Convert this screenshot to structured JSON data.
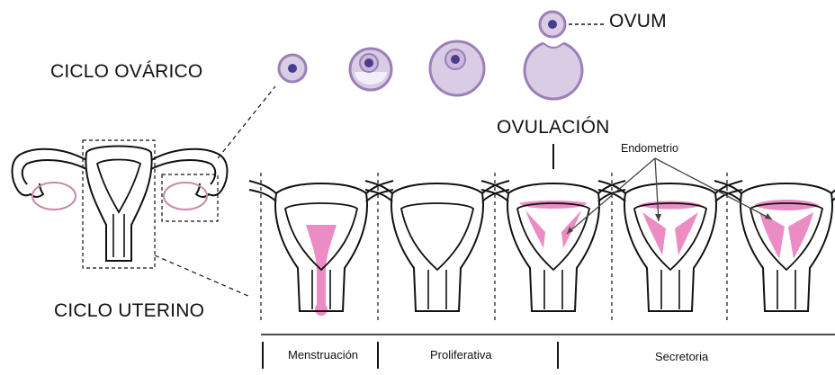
{
  "labels": {
    "ovarian_cycle": "CICLO OVÁRICO",
    "uterine_cycle": "CICLO UTERINO",
    "ovum": "OVUM",
    "ovulation": "OVULACIÓN",
    "endometrium": "Endometrio"
  },
  "phases": [
    "Menstruación",
    "Proliferativa",
    "Secretoria"
  ],
  "colors": {
    "outline": "#111111",
    "follicle_outer": "#9d7fb8",
    "follicle_fill": "#d9cde6",
    "oocyte": "#4b3c8c",
    "endometrium_pink": "#ec8cc4",
    "ovary_outline": "#c98aa8"
  },
  "icons": [
    "follicle-icon",
    "ovum-icon",
    "uterus-icon"
  ]
}
